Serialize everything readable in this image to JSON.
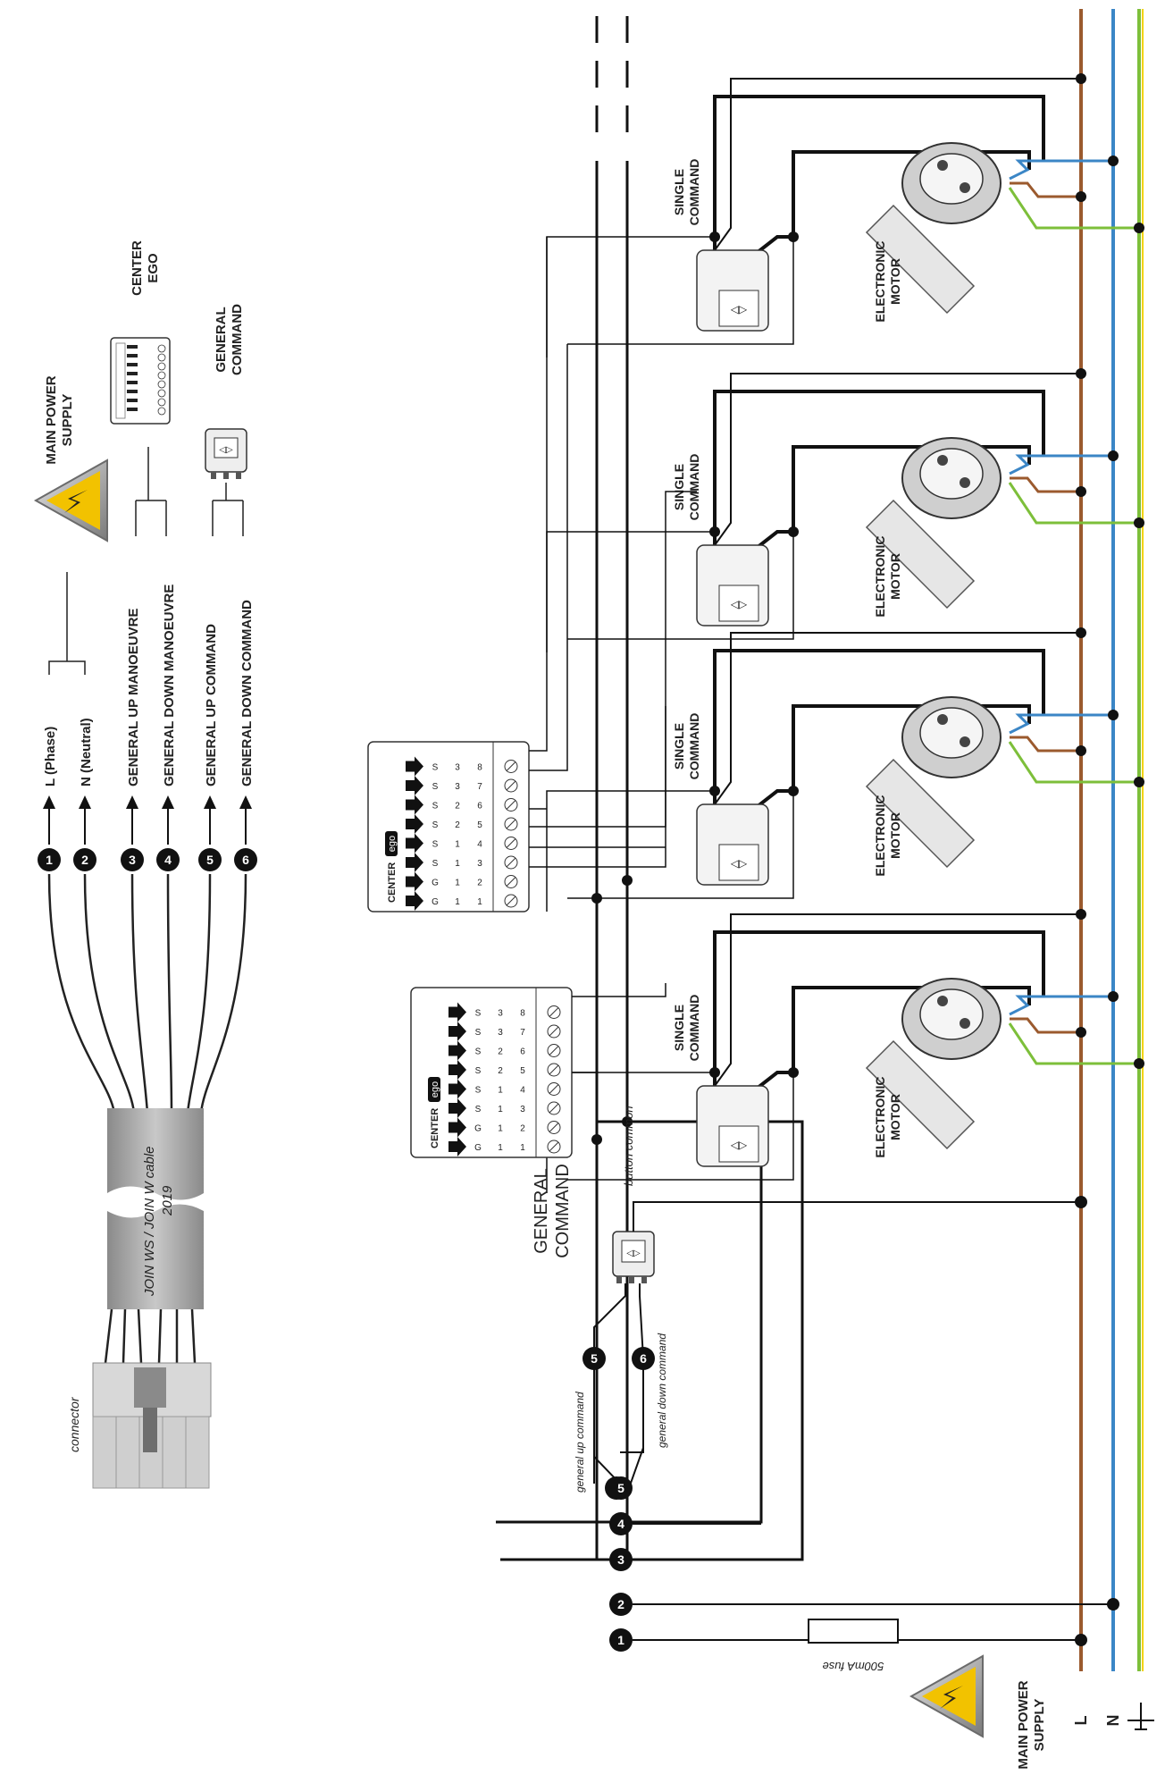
{
  "legend": {
    "main_power_supply": [
      "MAIN POWER",
      "SUPPLY"
    ],
    "center_ego": [
      "CENTER",
      "EGO"
    ],
    "general_command": [
      "GENERAL",
      "COMMAND"
    ],
    "items": [
      {
        "num": "1",
        "label": "L (Phase)"
      },
      {
        "num": "2",
        "label": "N (Neutral)"
      },
      {
        "num": "3",
        "label": "GENERAL UP MANOEUVRE"
      },
      {
        "num": "4",
        "label": "GENERAL DOWN MANOEUVRE"
      },
      {
        "num": "5",
        "label": "GENERAL UP COMMAND"
      },
      {
        "num": "6",
        "label": "GENERAL DOWN COMMAND"
      }
    ],
    "cable": {
      "line1": "JOIN WS / JOIN W cable",
      "line2": "2019"
    },
    "connector": "connector"
  },
  "schematic": {
    "single_command": [
      "SINGLE",
      "COMMAND"
    ],
    "electronic_motor": [
      "ELECTRONIC",
      "MOTOR"
    ],
    "center_brand": "CENTER",
    "center_logo": "ego",
    "terminal_letters": [
      "G",
      "G",
      "S",
      "S",
      "S",
      "S",
      "S",
      "S"
    ],
    "terminal_digits": [
      "1",
      "2",
      "3",
      "4",
      "5",
      "6",
      "7",
      "8"
    ],
    "center_index": [
      "1",
      "1",
      "2",
      "2",
      "3",
      "3"
    ],
    "general_command": [
      "GENERAL",
      "COMMAND"
    ],
    "button_common": "button common",
    "general_up_command": "general up command",
    "general_down_command": "general down command",
    "fuse": "500mA fuse",
    "main_power_supply": [
      "MAIN POWER",
      "SUPPLY"
    ],
    "rails": [
      "L",
      "N"
    ],
    "terminals": [
      "1",
      "2",
      "3",
      "4",
      "5",
      "6",
      "5",
      "6"
    ]
  },
  "colors": {
    "phase": "#9b5a2e",
    "neutral": "#3b86c6",
    "earth": "#7dbf3a",
    "wire": "#222222",
    "warning": "#f2c200"
  }
}
